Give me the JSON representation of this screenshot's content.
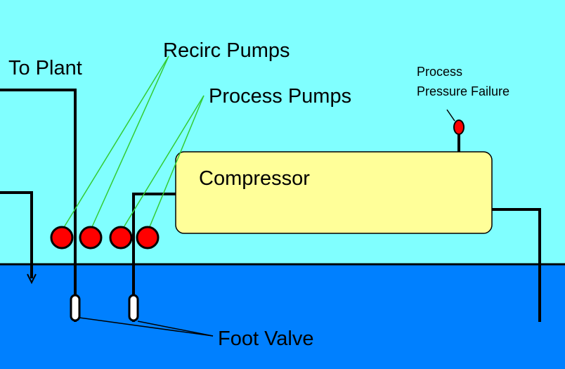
{
  "labels": {
    "to_plant": "To Plant",
    "recirc_pumps": "Recirc Pumps",
    "process_pumps": "Process Pumps",
    "compressor": "Compressor",
    "pressure_failure_line1": "Process",
    "pressure_failure_line2": "Pressure Failure",
    "foot_valve": "Foot Valve"
  },
  "colors": {
    "air": "#80ffff",
    "water": "#0080ff",
    "pipe": "#000000",
    "pump": "#ff0000",
    "compressor_fill": "#ffff99",
    "leader": "#33cc33",
    "foot_valve_fill": "#ffffff"
  },
  "icons": {
    "pump": "red-circle-pump-icon",
    "sensor": "pressure-sensor-icon",
    "foot_valve": "foot-valve-icon"
  }
}
